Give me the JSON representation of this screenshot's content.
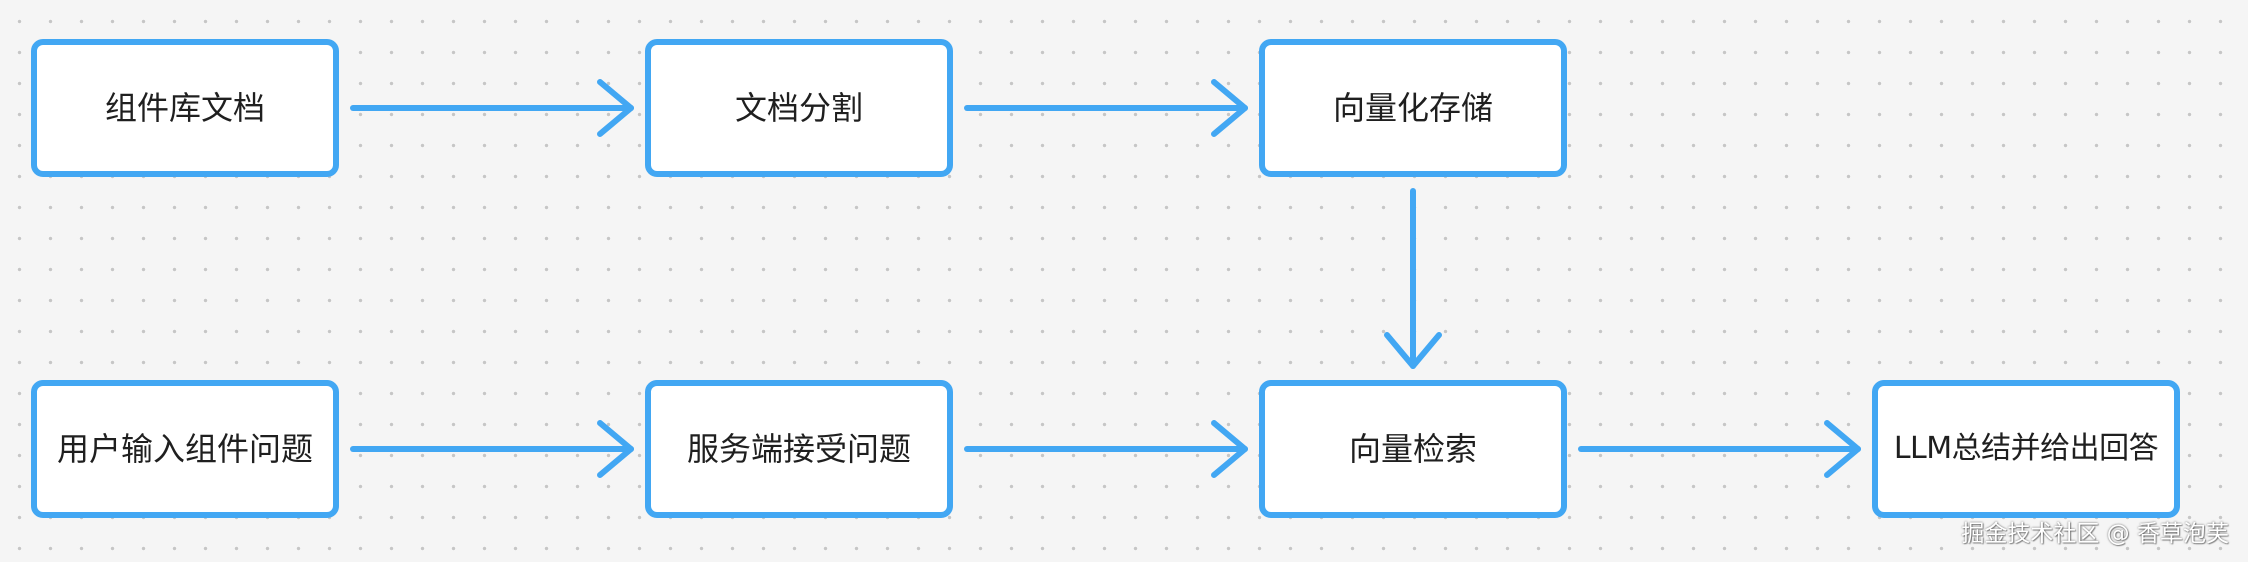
{
  "diagram": {
    "nodes": [
      {
        "label": "组件库文档"
      },
      {
        "label": "文档分割"
      },
      {
        "label": "向量化存储"
      },
      {
        "label": "用户输入组件问题"
      },
      {
        "label": "服务端接受问题"
      },
      {
        "label": "向量检索"
      },
      {
        "label": "LLM总结并给出回答"
      }
    ],
    "edges": [
      [
        0,
        1
      ],
      [
        1,
        2
      ],
      [
        2,
        5
      ],
      [
        3,
        4
      ],
      [
        4,
        5
      ],
      [
        5,
        6
      ]
    ]
  },
  "colors": {
    "accent": "#42a7f3",
    "node_fill": "#ffffff",
    "text": "#1f1f1f",
    "background": "#f5f5f5",
    "grid_dot": "#c6c6c6",
    "watermark": "#ffffff"
  },
  "watermark": "掘金技术社区 @ 香草泡芙"
}
